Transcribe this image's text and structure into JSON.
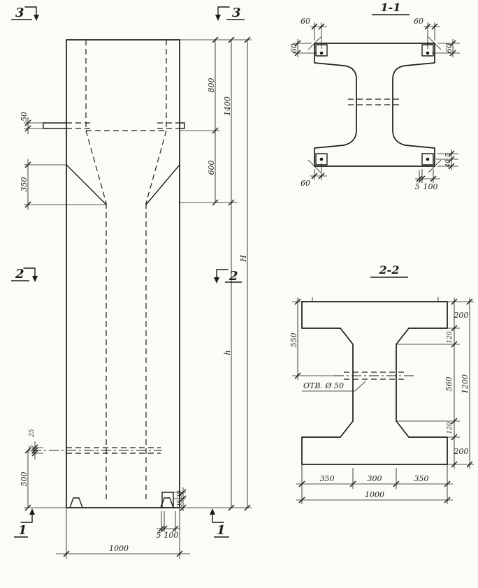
{
  "drawing": {
    "background": "#fbfbf7",
    "ink": "#1c1c1c"
  },
  "elevation": {
    "markers": {
      "m3_left": "3",
      "m3_right": "3",
      "m2_left": "2",
      "m2_right": "2",
      "m1_left": "1",
      "m1_right": "1"
    },
    "dims": {
      "recess_depth": "800",
      "upper_part": "1400",
      "taper_right": "600",
      "total_height": "H",
      "shaft_height": "h",
      "console": "50",
      "taper_left": "350",
      "hole_top": "25",
      "hole_bottom": "25",
      "base": "500",
      "bracket_top": "30",
      "bracket_bottom": "35",
      "foot_gap": "5",
      "foot_width": "100",
      "width": "1000"
    }
  },
  "section_1_1": {
    "title": "1-1",
    "dims": {
      "tl_offset": "60",
      "tl_depth": "60",
      "tr_offset": "60",
      "tr_depth": "60",
      "bl_offset": "60",
      "br_gap": "5",
      "br_width": "100",
      "r_gap": "5",
      "r_depth": "40"
    }
  },
  "section_2_2": {
    "title": "2-2",
    "hole_label": "ОТВ. Ø 50",
    "dims": {
      "flange_top": "200",
      "taper_top": "120",
      "web_height": "560",
      "taper_bottom": "120",
      "flange_bottom": "200",
      "overall_height": "1200",
      "top_to_hole": "550",
      "bottom_left": "350",
      "bottom_mid": "300",
      "bottom_right": "350",
      "width": "1000"
    }
  }
}
